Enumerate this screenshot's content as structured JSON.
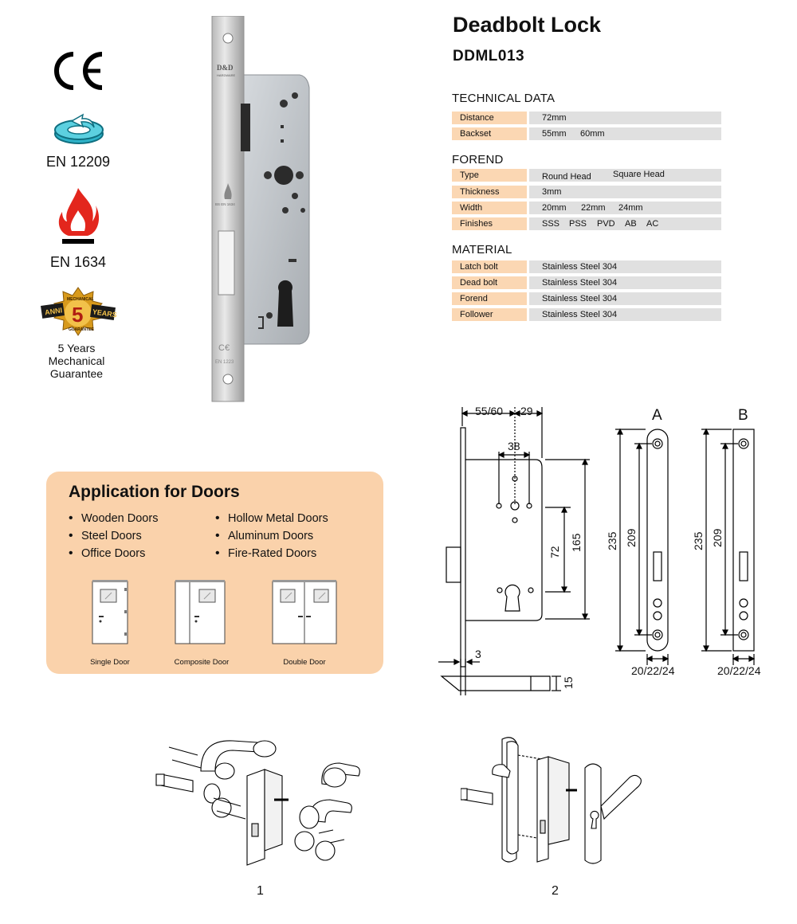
{
  "product": {
    "title": "Deadbolt Lock",
    "code": "DDML013"
  },
  "certifications": {
    "en12209": "EN 12209",
    "en1634": "EN 1634",
    "guarantee_lines": [
      "5 Years",
      "Mechanical",
      "Guarantee"
    ],
    "badge_text": {
      "anni": "ANNI",
      "number": "5",
      "years": "YEARS",
      "top": "MECHANICAL",
      "bottom": "GUARANTEE"
    }
  },
  "lock_photo": {
    "brand": "D&D",
    "brand_sub": "HARDWARE",
    "mark_bs": "BS EN 1634",
    "mark_en": "EN 1223"
  },
  "technical_data": {
    "heading": "TECHNICAL DATA",
    "rows": [
      {
        "label": "Distance",
        "values": [
          "72mm"
        ]
      },
      {
        "label": "Backset",
        "values": [
          "55mm",
          "60mm"
        ]
      }
    ]
  },
  "forend": {
    "heading": "FOREND",
    "rows": [
      {
        "label": "Type",
        "values": [
          "Round Head",
          "Square Head"
        ]
      },
      {
        "label": "Thickness",
        "values": [
          "3mm"
        ]
      },
      {
        "label": "Width",
        "values": [
          "20mm",
          "22mm",
          "24mm"
        ]
      },
      {
        "label": "Finishes",
        "values": [
          "SSS",
          "PSS",
          "PVD",
          "AB",
          "AC"
        ]
      }
    ]
  },
  "material": {
    "heading": "MATERIAL",
    "rows": [
      {
        "label": "Latch bolt",
        "values": [
          "Stainless Steel 304"
        ]
      },
      {
        "label": "Dead bolt",
        "values": [
          "Stainless Steel 304"
        ]
      },
      {
        "label": "Forend",
        "values": [
          "Stainless Steel 304"
        ]
      },
      {
        "label": "Follower",
        "values": [
          "Stainless Steel 304"
        ]
      }
    ]
  },
  "application": {
    "heading": "Application for Doors",
    "left": [
      "Wooden Doors",
      "Steel Doors",
      "Office Doors"
    ],
    "right": [
      "Hollow Metal Doors",
      "Aluminum Doors",
      "Fire-Rated Doors"
    ],
    "doors": [
      "Single Door",
      "Composite Door",
      "Double Door"
    ]
  },
  "drawing": {
    "backset": "55/60",
    "bolt_offset": "29",
    "spindle": "38",
    "distance": "72",
    "height": "165",
    "forend_thickness": "3",
    "bolt_height": "15",
    "variant_a": "A",
    "variant_b": "B",
    "forend_length": "235",
    "fixing_distance": "209",
    "forend_width": "20/22/24"
  },
  "assembly": {
    "label_1": "1",
    "label_2": "2"
  }
}
